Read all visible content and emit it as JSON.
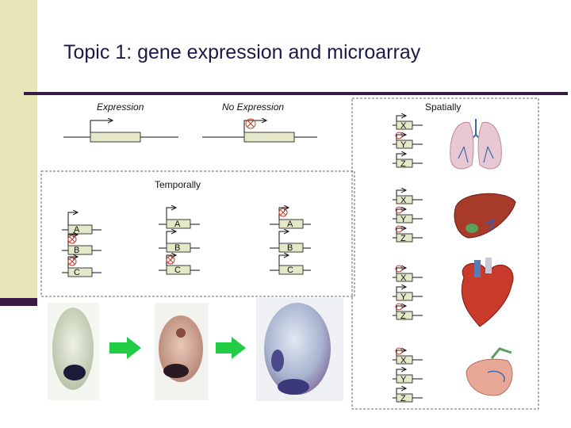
{
  "title": "Topic 1: gene expression and microarray",
  "labels": {
    "expression": "Expression",
    "no_expression": "No Expression",
    "spatially": "Spatially",
    "temporally": "Temporally"
  },
  "temporal_genes": [
    "A",
    "B",
    "C"
  ],
  "spatial_genes": [
    "X",
    "Y",
    "Z"
  ],
  "colors": {
    "sidebar": "#e6e6b8",
    "rule": "#3a1a44",
    "gene_box": "#e4e7c8",
    "inhibit": "#c0392b",
    "arrow": "#22cc44"
  }
}
